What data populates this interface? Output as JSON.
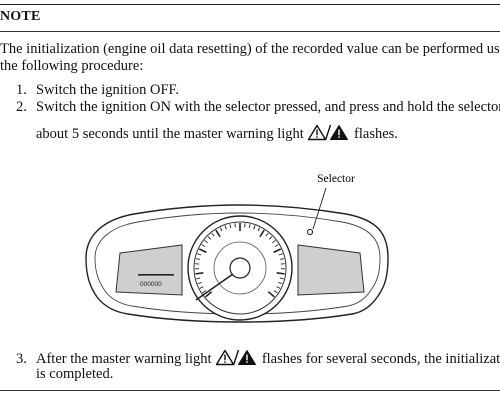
{
  "note": {
    "heading": "NOTE",
    "paragraph_line1": "The initialization (engine oil data resetting) of the recorded value can be performed using",
    "paragraph_line2": "the following procedure:"
  },
  "steps": [
    {
      "number": "1.",
      "text": "Switch the ignition OFF."
    },
    {
      "number": "2.",
      "text_line1": "Switch the ignition ON with the selector pressed, and press and hold the selector for",
      "text_line2_before_icon": "about 5 seconds until the master warning light",
      "text_line2_after_icon": "flashes."
    },
    {
      "number": "3.",
      "text_line1_before_icon": "After the master warning light",
      "text_line1_after_icon": "flashes for several seconds, the initialization",
      "text_line2": "is completed."
    }
  ],
  "figure": {
    "callout_label": "Selector",
    "display_readout": "000000"
  },
  "icons": {
    "warning_icon": "master-warning-light-icon"
  }
}
